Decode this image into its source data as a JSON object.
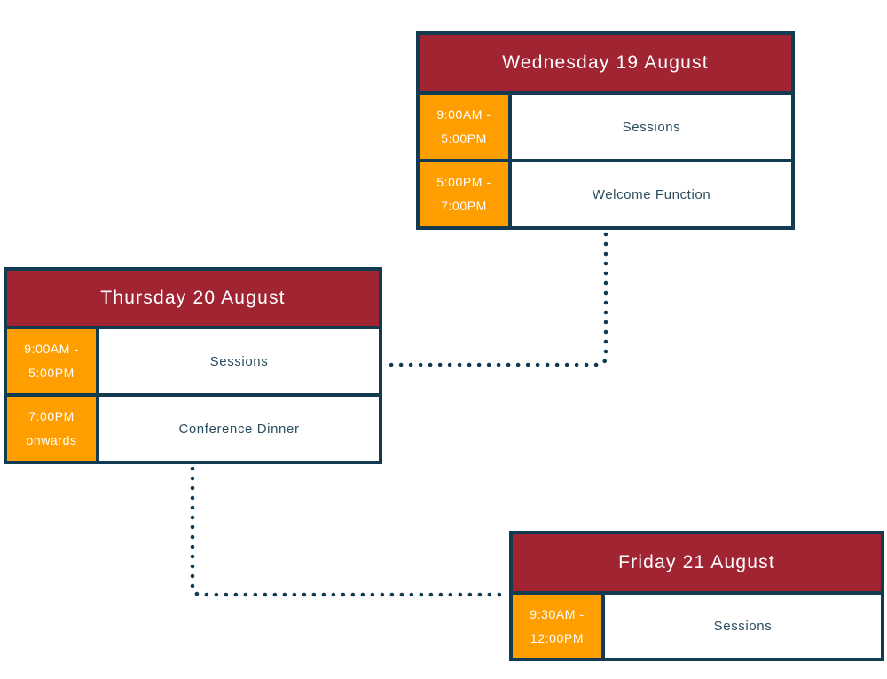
{
  "colors": {
    "navy": "#123B52",
    "red": "#A12433",
    "orange": "#FF9E01",
    "event-text": "#2A4D60",
    "light-text": "#FFFFFF",
    "bg": "#FFFFFF"
  },
  "cards": [
    {
      "id": "wednesday",
      "title": "Wednesday 19 August",
      "rows": [
        {
          "time": [
            "9:00AM -",
            "5:00PM"
          ],
          "event": "Sessions"
        },
        {
          "time": [
            "5:00PM -",
            "7:00PM"
          ],
          "event": "Welcome Function"
        }
      ]
    },
    {
      "id": "thursday",
      "title": "Thursday 20 August",
      "rows": [
        {
          "time": [
            "9:00AM -",
            "5:00PM"
          ],
          "event": "Sessions"
        },
        {
          "time": [
            "7:00PM",
            "onwards"
          ],
          "event": "Conference Dinner"
        }
      ]
    },
    {
      "id": "friday",
      "title": "Friday 21 August",
      "rows": [
        {
          "time": [
            "9:30AM -",
            "12:00PM"
          ],
          "event": "Sessions"
        }
      ]
    }
  ],
  "connectors": [
    {
      "from": "wednesday",
      "to": "thursday",
      "style": "dotted"
    },
    {
      "from": "thursday",
      "to": "friday",
      "style": "dotted"
    }
  ]
}
